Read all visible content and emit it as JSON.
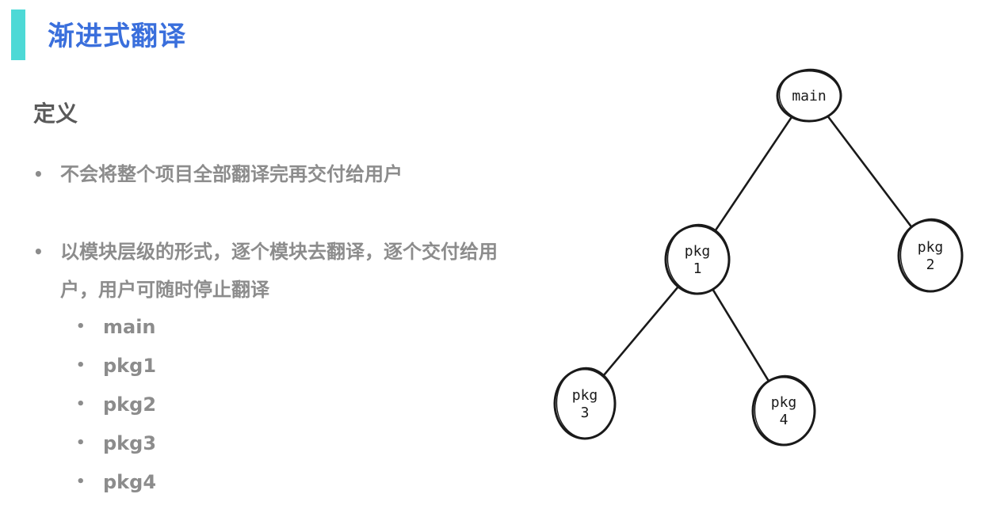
{
  "colors": {
    "accent": "#4dd9d6",
    "title": "#3a6fdc",
    "body_gray": "#8c8c8c",
    "heading_gray": "#595959",
    "ink": "#1a1a1a"
  },
  "header": {
    "title": "渐进式翻译"
  },
  "definition": {
    "heading": "定义",
    "bullets": [
      {
        "text": "不会将整个项目全部翻译完再交付给用户"
      },
      {
        "text_line1": "以模块层级的形式，逐个模块去翻译，逐个交付给用",
        "text_line2": "户，用户可随时停止翻译"
      }
    ],
    "sub_bullets": [
      "main",
      "pkg1",
      "pkg2",
      "pkg3",
      "pkg4"
    ],
    "bullet_char": "•"
  },
  "tree": {
    "nodes": [
      {
        "id": "main",
        "lines": [
          "main"
        ]
      },
      {
        "id": "pkg1",
        "lines": [
          "pkg",
          "1"
        ]
      },
      {
        "id": "pkg2",
        "lines": [
          "pkg",
          "2"
        ]
      },
      {
        "id": "pkg3",
        "lines": [
          "pkg",
          "3"
        ]
      },
      {
        "id": "pkg4",
        "lines": [
          "pkg",
          "4"
        ]
      }
    ],
    "edges": [
      [
        "main",
        "pkg1"
      ],
      [
        "main",
        "pkg2"
      ],
      [
        "pkg1",
        "pkg3"
      ],
      [
        "pkg1",
        "pkg4"
      ]
    ]
  }
}
